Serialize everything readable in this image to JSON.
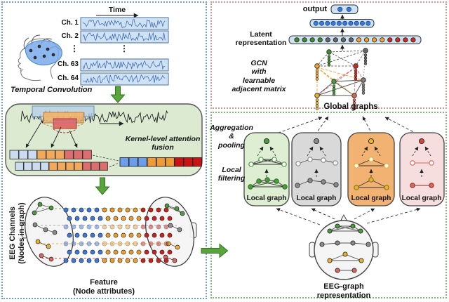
{
  "left_panel": {
    "time_label": "Time",
    "channel_labels": [
      "Ch. 1",
      "Ch. 2",
      "Ch. 63",
      "Ch. 64"
    ],
    "ellipsis": "⋮",
    "temporal_convolution_label": "Temporal Convolution",
    "kernel_fusion_line1": "Kernel-level attention",
    "kernel_fusion_line2": "fusion",
    "axis_label_line1": "EEG Channels",
    "axis_label_line2": "(Nodes in graph)",
    "feature_line1": "Feature",
    "feature_line2": "(Node attributes)"
  },
  "top_right_panel": {
    "output_label": "output",
    "latent_line1": "Latent",
    "latent_line2": "representation",
    "gcn_line1": "GCN",
    "gcn_line2": "with",
    "gcn_line3": "learnable",
    "gcn_line4": "adjacent matrix",
    "global_graphs_label": "Global graphs"
  },
  "bottom_right_panel": {
    "aggregation_line1": "Aggregation",
    "aggregation_line2": "&",
    "aggregation_line3": "pooling",
    "filtering_line1": "Local",
    "filtering_line2": "filtering",
    "local_graph_labels": [
      "Local graph",
      "Local graph",
      "Local graph",
      "Local graph"
    ],
    "eeg_graph_line1": "EEG-graph",
    "eeg_graph_line2": "representation"
  },
  "structure": {
    "output_nodes": 2,
    "hidden_nodes": 10,
    "latent_groups": 4,
    "latent_nodes_per_group": 4,
    "latent_group_colors": [
      "#3f8f29",
      "#666666",
      "#f0a22e",
      "#cf2b20"
    ],
    "local_graph_node_counts": [
      5,
      4,
      3,
      2
    ],
    "cylinder_rows": 7,
    "cylinder_cols": 14
  },
  "colors": {
    "panel_input_border": "#6b9bd8",
    "panel_global_border": "#e89090",
    "panel_local_border": "#7cbb72",
    "arrow_green": "#5aa43c",
    "eeg_trace_blue": "#2f5fad",
    "box_fill_blue": "#cfe2f3",
    "kernel_blue": "#b7cfe9",
    "kernel_orange": "#f2b26a",
    "kernel_red": "#e06666",
    "row_blue": "#ccdcf0",
    "row_orange": "#f3a95c",
    "row_red": "#dd6e6e",
    "fused_blue": "#6d9eeb",
    "fused_orange": "#ef9a33",
    "fused_red": "#cc1111",
    "node_green": "#4c9a3f",
    "node_gray": "#8a8a8a",
    "node_yellow": "#e8b12e",
    "node_red": "#d96459",
    "local_box_fills": [
      "#ddeed3",
      "#d9d9d9",
      "#f2b272",
      "#f7dede"
    ]
  }
}
